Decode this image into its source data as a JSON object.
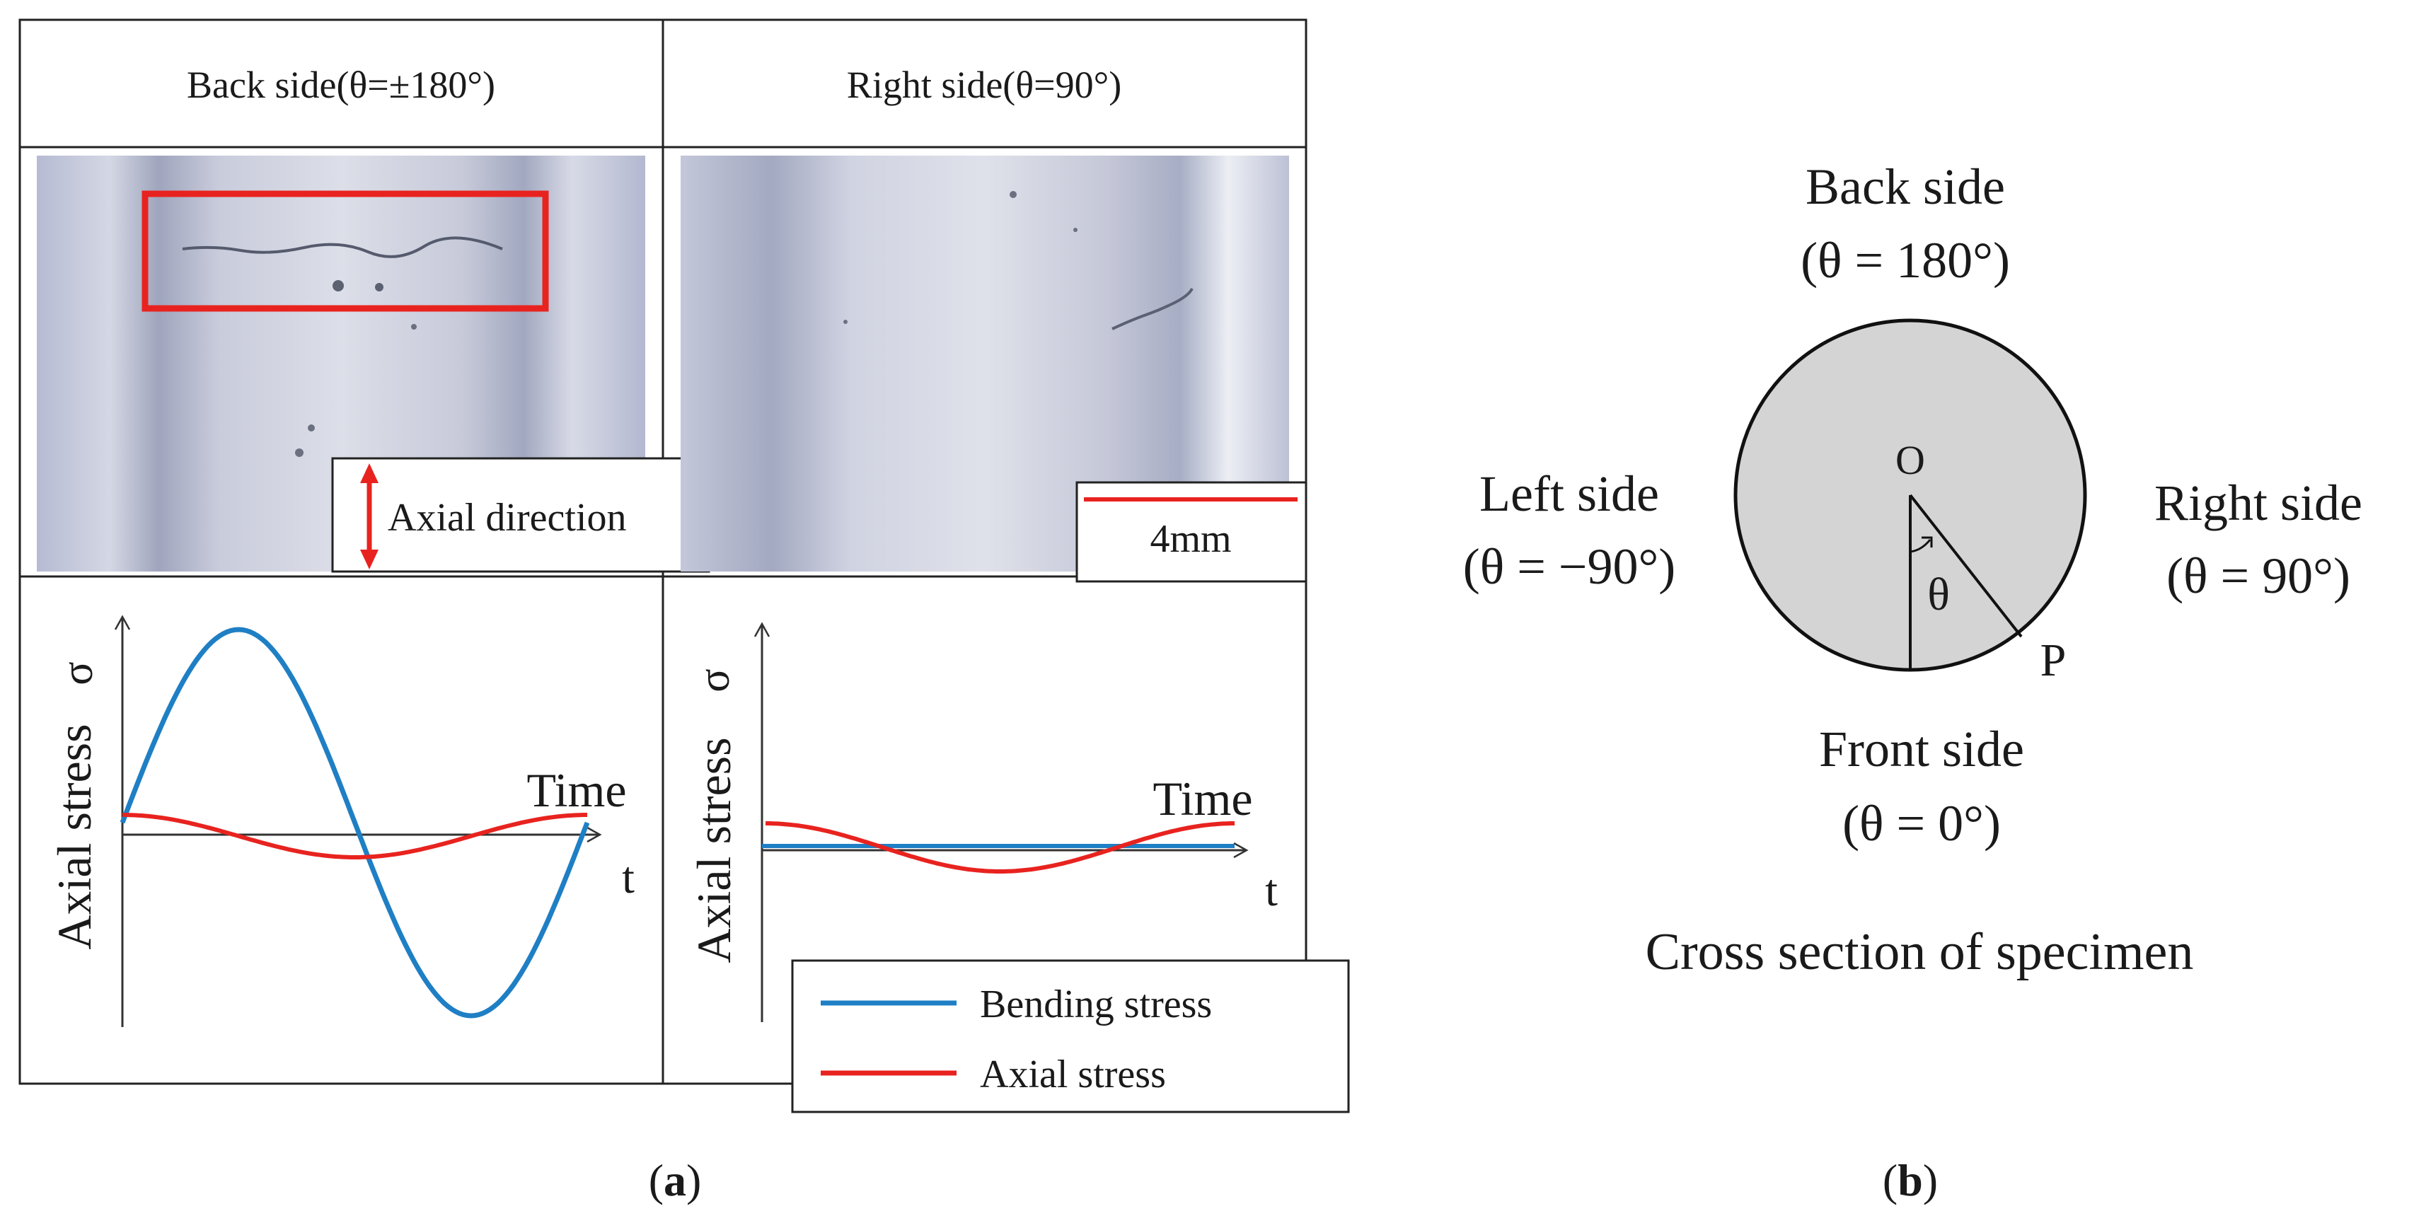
{
  "panel_a": {
    "header_left": "Back side(θ=±180°)",
    "header_right": "Right side(θ=90°)",
    "axial_direction_label": "Axial direction",
    "scale_label": "4mm",
    "y_axis_label": "Axial stress",
    "sigma_symbol": "σ",
    "time_label": "Time",
    "t_symbol": "t",
    "legend": {
      "bending": "Bending stress",
      "axial": "Axial stress"
    },
    "caption": "a"
  },
  "panel_b": {
    "back_label": "Back side",
    "back_angle": "(θ = 180°)",
    "left_label": "Left side",
    "left_angle": "(θ = −90°)",
    "right_label": "Right side",
    "right_angle": "(θ = 90°)",
    "front_label": "Front side",
    "front_angle": "(θ = 0°)",
    "center_label": "O",
    "point_label": "P",
    "theta_label": "θ",
    "title": "Cross section of specimen",
    "caption": "b"
  },
  "colors": {
    "bending": "#1f7fc4",
    "axial": "#e8231f",
    "highlight_box": "#e8231f",
    "circle_fill": "#d4d4d4"
  }
}
